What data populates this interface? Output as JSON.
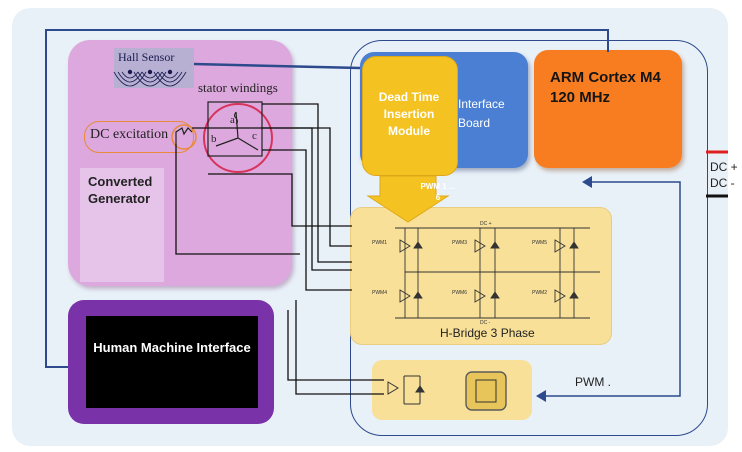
{
  "generator": {
    "hall_sensor": "Hall Sensor",
    "stator_windings": "stator windings",
    "dc_excitation": "DC excitation",
    "label": "Converted Generator",
    "phases": [
      "a",
      "b",
      "c"
    ]
  },
  "controller": {
    "dead_time": "Dead Time Insertion Module",
    "interface_board": "Interface Board",
    "arm": "ARM Cortex M4 120 MHz",
    "pwm_arrow": "PWM 1 ... 6",
    "h_bridge": "H-Bridge 3 Phase",
    "h_bridge_labels": {
      "dc_plus": "DC +",
      "dc_minus": "DC -",
      "pwm_top": [
        "PWM1",
        "PWM3",
        "PWM5"
      ],
      "pwm_bottom": [
        "PWM4",
        "PWM6",
        "PWM2"
      ]
    },
    "pwm_bottom": "PWM ."
  },
  "hmi": {
    "label": "Human Machine Interface"
  },
  "supply": {
    "dc_plus": "DC +",
    "dc_minus": "DC -"
  },
  "colors": {
    "generator": "#dda8dd",
    "interface": "#4a7fd3",
    "dead_time": "#f4c322",
    "arm": "#f77d20",
    "h_bridge": "#f8e099",
    "hmi": "#7a32a8",
    "wires": "#2c4a8c"
  }
}
